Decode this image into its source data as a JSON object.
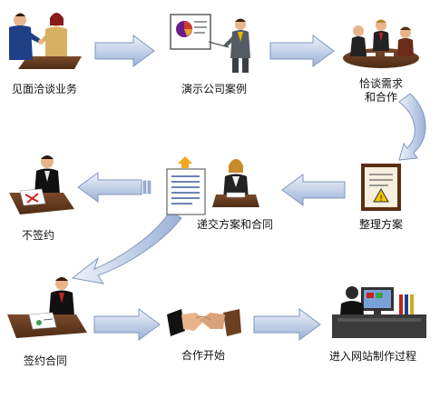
{
  "steps": {
    "meet": {
      "label": "见面洽谈业务"
    },
    "present": {
      "label": "演示公司案例"
    },
    "negotiate": {
      "line1": "恰谈需求",
      "line2": "和合作"
    },
    "organize": {
      "label": "整理方案"
    },
    "submit": {
      "label": "递交方案和合同"
    },
    "nosign": {
      "label": "不签约"
    },
    "sign": {
      "label": "签约合同"
    },
    "start": {
      "label": "合作开始"
    },
    "build": {
      "label": "进入网站制作过程"
    }
  },
  "colors": {
    "arrow_fill_top": "#eef3fb",
    "arrow_fill_bottom": "#9bb1d6",
    "arrow_stroke": "#7f97bf",
    "table_wood": "#6b3f22",
    "suit": "#1d1d1d"
  }
}
